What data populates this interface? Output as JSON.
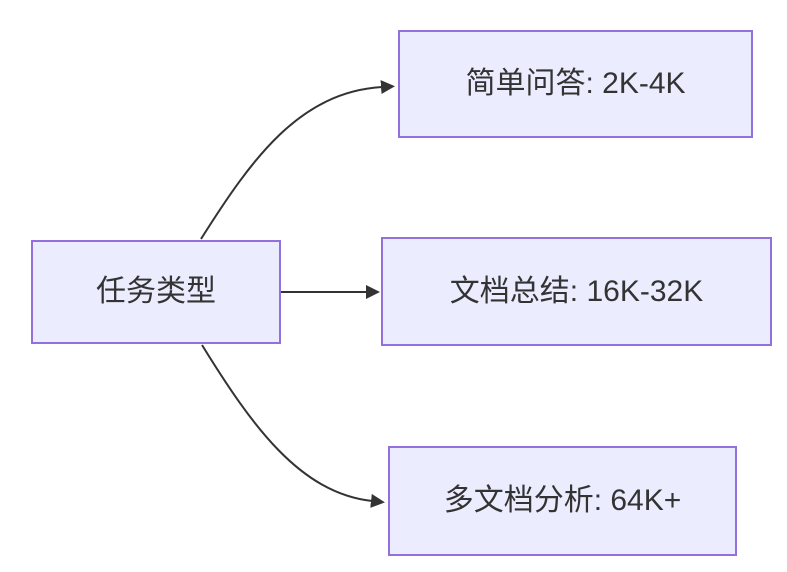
{
  "diagram": {
    "type": "flowchart",
    "direction": "left-to-right",
    "root": {
      "id": "task-type",
      "label": "任务类型"
    },
    "branches": [
      {
        "id": "simple-qa",
        "label": "简单问答: 2K-4K"
      },
      {
        "id": "doc-summary",
        "label": "文档总结: 16K-32K"
      },
      {
        "id": "multi-doc",
        "label": "多文档分析: 64K+"
      }
    ],
    "edges": [
      {
        "from": "任务类型",
        "to": "简单问答: 2K-4K"
      },
      {
        "from": "任务类型",
        "to": "文档总结: 16K-32K"
      },
      {
        "from": "任务类型",
        "to": "多文档分析: 64K+"
      }
    ],
    "colors": {
      "background": "#FFFFFF",
      "node_fill": "#ECECFF",
      "node_border": "#9370DB",
      "edge": "#333333",
      "text": "#333333"
    }
  }
}
